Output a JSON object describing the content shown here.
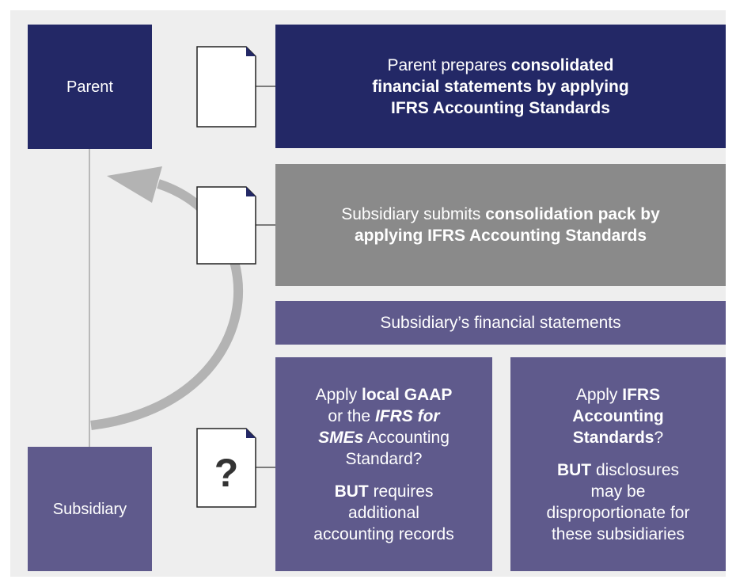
{
  "colors": {
    "navy": "#232866",
    "purple": "#5f5a8c",
    "grey": "#8a8a8a",
    "background": "#eeeeee",
    "arrow": "#b3b3b3"
  },
  "parent": {
    "label": "Parent"
  },
  "subsidiary": {
    "label": "Subsidiary"
  },
  "parent_statement": {
    "line1_pre": "Parent prepares ",
    "line1_bold": "consolidated",
    "line2_bold": "financial statements by applying",
    "line3_bold": "IFRS Accounting Standards"
  },
  "consolidation_pack": {
    "line1_pre": "Subsidiary submits ",
    "line1_bold": "consolidation pack by",
    "line2_bold": "applying IFRS Accounting Standards"
  },
  "subsidiary_fs": {
    "label": "Subsidiary’s financial statements"
  },
  "option_local": {
    "l1_pre": "Apply ",
    "l1_bold": "local GAAP",
    "l2_pre": "or the ",
    "l2_bolditalic": "IFRS for",
    "l3_bolditalic": "SMEs",
    "l3_post": " Accounting",
    "l4": "Standard?",
    "l5_bold": "BUT",
    "l5_post": " requires",
    "l6": "additional",
    "l7": "accounting records"
  },
  "option_ifrs": {
    "l1_pre": "Apply ",
    "l1_bold": "IFRS",
    "l2_bold": "Accounting",
    "l3_bold": "Standards",
    "l3_post": "?",
    "l4_bold": "BUT",
    "l4_post": " disclosures",
    "l5": "may be",
    "l6": "disproportionate for",
    "l7": "these subsidiaries"
  },
  "question_doc": {
    "symbol": "?"
  },
  "icons": [
    "document-icon",
    "document-icon",
    "question-document-icon",
    "curved-arrow-icon"
  ]
}
